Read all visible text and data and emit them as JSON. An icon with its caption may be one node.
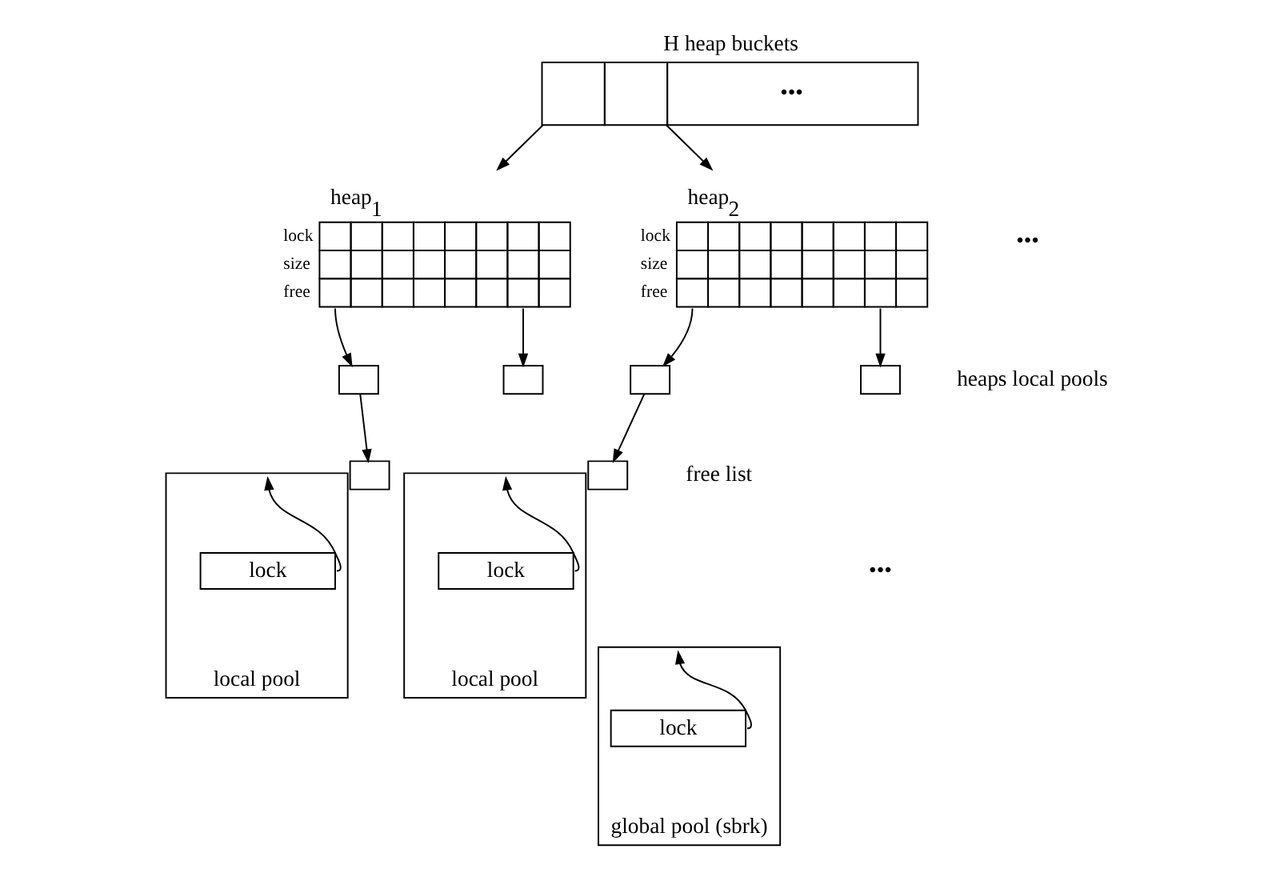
{
  "diagram": {
    "nodes": [
      {
        "text": [
          "H heap buckets",
          "•••"
        ]
      },
      {
        "text": [
          "heap$_{1}$",
          "lock",
          "size",
          "free"
        ]
      },
      {
        "text": [],
        "shape": "box"
      },
      {
        "text": [],
        "shape": "box"
      },
      {
        "text": [],
        "shape": "box"
      },
      {
        "text": [
          "heap$_{2}$",
          "lock",
          "size",
          "free"
        ]
      },
      {
        "text": [],
        "shape": "box"
      },
      {
        "text": [],
        "shape": "box"
      },
      {
        "text": [],
        "shape": "box"
      },
      {
        "text": [
          "local pool"
        ]
      },
      {
        "text": [
          "lock"
        ],
        "in": 9
      },
      {
        "text": [
          "local pool"
        ]
      },
      {
        "text": [
          "lock"
        ],
        "in": 11
      },
      {
        "text": [
          "global pool (sbrk)"
        ]
      },
      {
        "text": [
          "lock"
        ],
        "in": 13
      }
    ],
    "edges": [
      {
        "from": 0,
        "to": 1,
        "arrow": "to"
      },
      {
        "from": 0,
        "to": 5,
        "arrow": "to"
      },
      {
        "from": 1,
        "to": 2,
        "arrow": "to"
      },
      {
        "from": 2,
        "to": 3,
        "arrow": "to"
      },
      {
        "from": 1,
        "to": 4,
        "arrow": "to"
      },
      {
        "from": 5,
        "to": 6,
        "arrow": "to"
      },
      {
        "from": 6,
        "to": 7,
        "arrow": "to"
      },
      {
        "from": 5,
        "to": 8,
        "arrow": "to"
      },
      {
        "from": 10,
        "to": 9,
        "arrow": "to"
      },
      {
        "from": 12,
        "to": 11,
        "arrow": "to"
      },
      {
        "from": 14,
        "to": 13,
        "arrow": "to"
      }
    ],
    "labels": [
      "•••",
      "free list",
      "heaps local pools",
      "•••"
    ]
  }
}
